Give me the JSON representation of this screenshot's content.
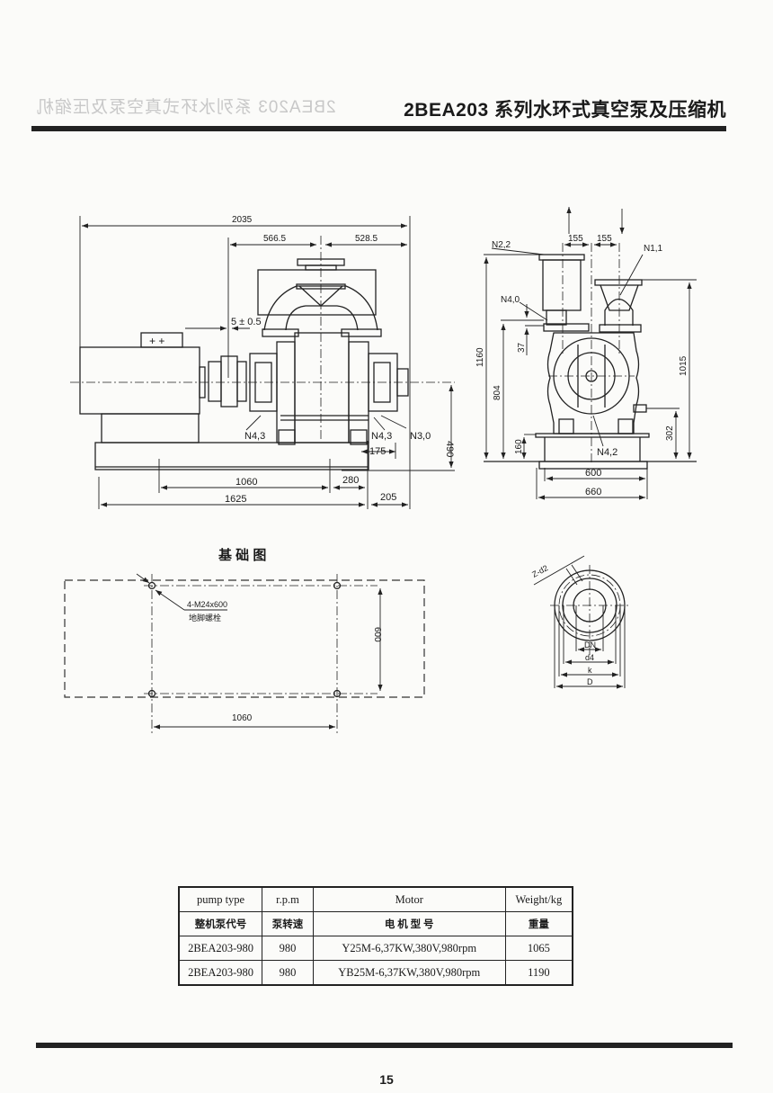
{
  "header": {
    "title": "2BEA203 系列水环式真空泵及压缩机",
    "ghost_text": "2BEA203 系列水环式真空泵及压缩机"
  },
  "side_view": {
    "dims": {
      "overall_length": "2035",
      "left_to_center": "566.5",
      "center_to_right": "528.5",
      "coupling_gap": "5 ± 0.5",
      "shaft_height": "490",
      "bolt_spacing": "1060",
      "bolt_to_end": "280",
      "base_length": "1625",
      "overhang": "205",
      "drain_offset": "175"
    },
    "ports": {
      "n43_left": "N4,3",
      "n43_right": "N4,3",
      "n30": "N3,0"
    },
    "terminal": "+ +"
  },
  "end_view": {
    "dims": {
      "outlet_offset": "155",
      "inlet_offset": "155",
      "outlet_height": "1160",
      "n40_height": "804",
      "n40_offset": "37",
      "base_height": "160",
      "inlet_height": "1015",
      "connection_height": "302",
      "bolt_width": "600",
      "base_width": "660"
    },
    "ports": {
      "n22": "N2,2",
      "n11": "N1,1",
      "n40": "N4,0",
      "n42": "N4,2"
    }
  },
  "foundation": {
    "title": "基 础 图",
    "bolt_spec": "4-M24x600",
    "bolt_label": "地脚螺栓",
    "width_dim": "600",
    "length_dim": "1060"
  },
  "flange": {
    "z_d2": "Z-d2",
    "dn": "DN",
    "d4": "d4",
    "k": "k",
    "d": "D"
  },
  "table": {
    "headers_en": [
      "pump type",
      "r.p.m",
      "Motor",
      "Weight/kg"
    ],
    "headers_cn": [
      "整机泵代号",
      "泵转速",
      "电 机 型 号",
      "重量"
    ],
    "rows": [
      [
        "2BEA203-980",
        "980",
        "Y25M-6,37KW,380V,980rpm",
        "1065"
      ],
      [
        "2BEA203-980",
        "980",
        "YB25M-6,37KW,380V,980rpm",
        "1190"
      ]
    ]
  },
  "page_number": "15"
}
